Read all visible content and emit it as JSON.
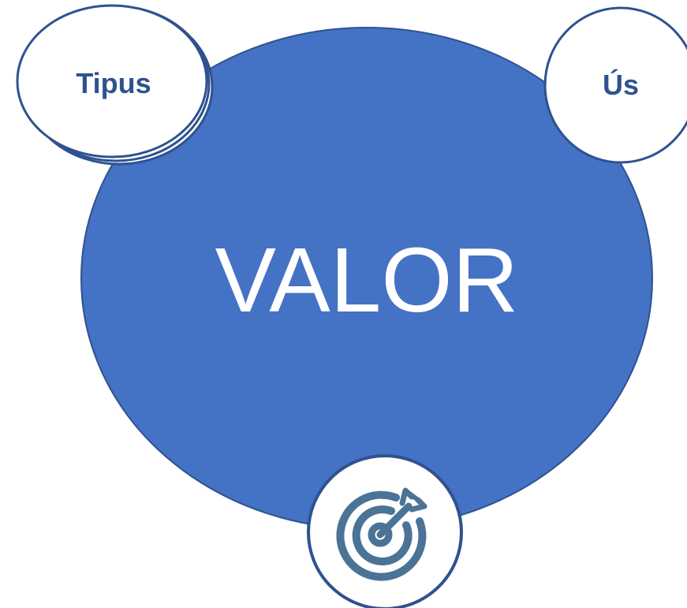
{
  "diagram": {
    "center": {
      "label": "VALOR"
    },
    "satellites": [
      {
        "label": "Tipus"
      },
      {
        "label": "Ús"
      }
    ],
    "bottom_badge": {
      "icon": "target-arrow-icon"
    }
  },
  "colors": {
    "main_fill": "#4472C4",
    "main_stroke": "#2F528F",
    "satellite_stroke": "#2F528F",
    "satellite_text": "#2F528F",
    "icon_color": "#4A7396",
    "badge_stroke": "#2F528F",
    "center_text": "#FFFFFF"
  }
}
